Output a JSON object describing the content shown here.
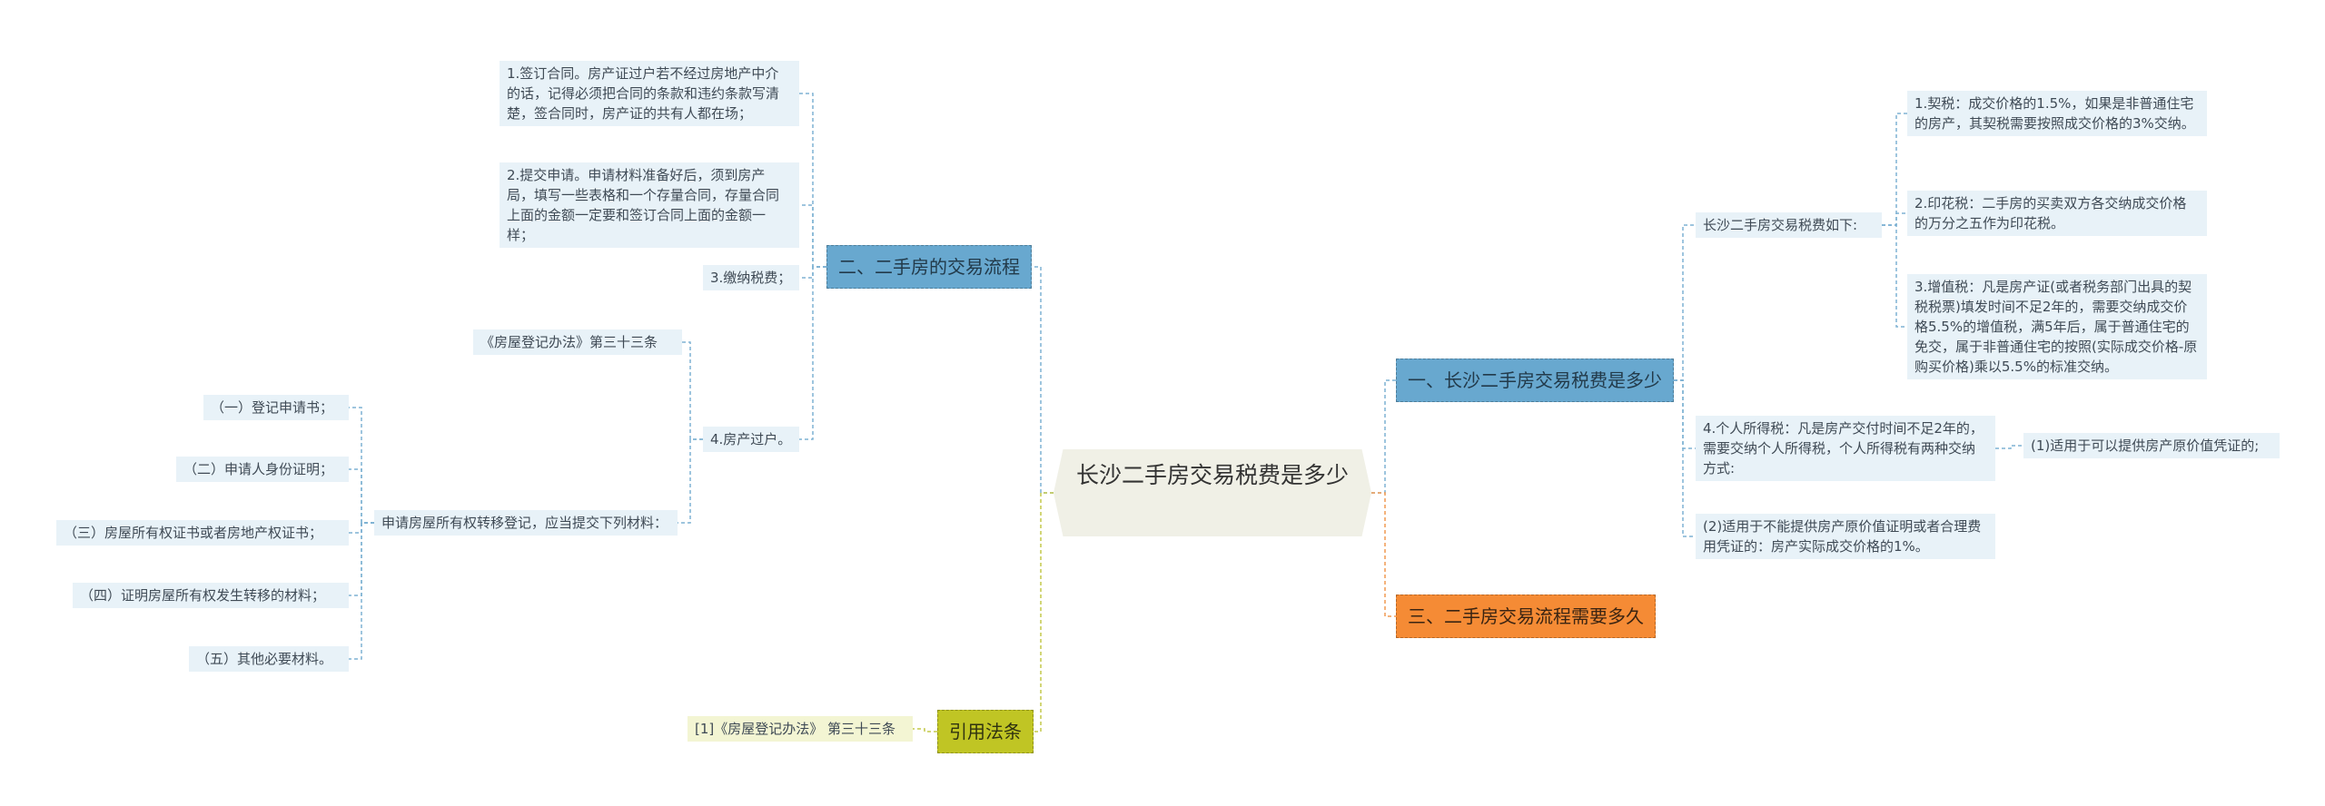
{
  "root": {
    "title": "长沙二手房交易税费是多少"
  },
  "branches": {
    "b1": {
      "label": "一、长沙二手房交易税费是多少",
      "color": "#68a8cf",
      "group_label": "长沙二手房交易税费如下:",
      "taxes": [
        "1.契税：成交价格的1.5%，如果是非普通住宅的房产，其契税需要按照成交价格的3%交纳。",
        "2.印花税：二手房的买卖双方各交纳成交价格的万分之五作为印花税。",
        "3.增值税：凡是房产证(或者税务部门出具的契税税票)填发时间不足2年的，需要交纳成交价格5.5%的增值税，满5年后，属于普通住宅的免交，属于非普通住宅的按照(实际成交价格-原购买价格)乘以5.5%的标准交纳。"
      ],
      "personal_tax": "4.个人所得税：凡是房产交付时间不足2年的，需要交纳个人所得税，个人所得税有两种交纳方式:",
      "personal_tax_sub": "(1)适用于可以提供房产原价值凭证的;",
      "personal_tax_alt": "(2)适用于不能提供房产原价值证明或者合理费用凭证的：房产实际成交价格的1%。"
    },
    "b2": {
      "label": "二、二手房的交易流程",
      "color": "#68a8cf",
      "steps": [
        "1.签订合同。房产证过户若不经过房地产中介的话，记得必须把合同的条款和违约条款写清楚，签合同时，房产证的共有人都在场；",
        "2.提交申请。申请材料准备好后，须到房产局，填写一些表格和一个存量合同，存量合同上面的金额一定要和签订合同上面的金额一样；",
        "3.缴纳税费；",
        "4.房产过户。"
      ],
      "law_ref": "《房屋登记办法》第三十三条",
      "materials_intro": "申请房屋所有权转移登记，应当提交下列材料：",
      "materials": [
        "（一）登记申请书；",
        "（二）申请人身份证明；",
        "（三）房屋所有权证书或者房地产权证书；",
        "（四）证明房屋所有权发生转移的材料；",
        "（五）其他必要材料。"
      ]
    },
    "b3": {
      "label": "三、二手房交易流程需要多久",
      "color": "#f58b35"
    },
    "b4": {
      "label": "引用法条",
      "color": "#c0c524",
      "citation": "[1]《房屋登记办法》 第三十三条"
    }
  }
}
